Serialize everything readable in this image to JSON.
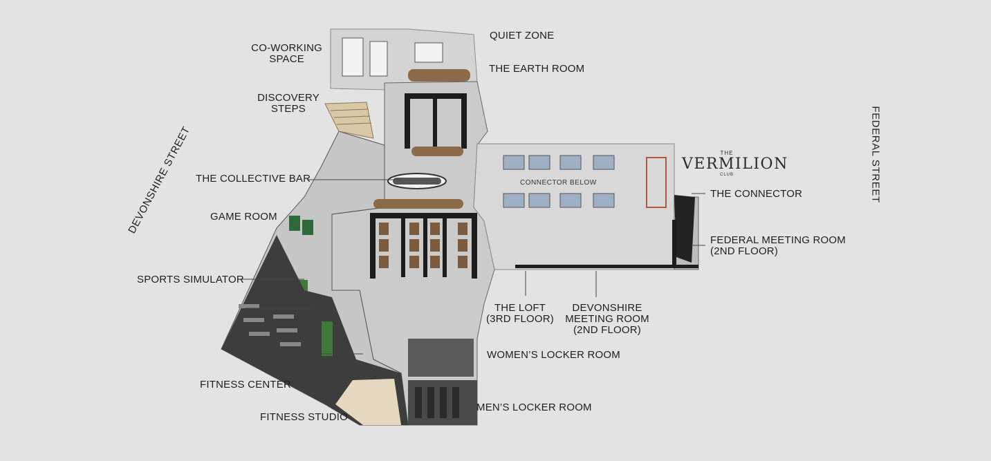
{
  "streets": {
    "devonshire": "DEVONSHIRE STREET",
    "federal": "FEDERAL STREET"
  },
  "logo": {
    "the": "THE",
    "name": "VERMILION",
    "club": "CLUB"
  },
  "map_note": "CONNECTOR BELOW",
  "rooms": {
    "quiet_zone": "QUIET ZONE",
    "co_working_l1": "CO-WORKING",
    "co_working_l2": "SPACE",
    "earth_room": "THE EARTH ROOM",
    "discovery_l1": "DISCOVERY",
    "discovery_l2": "STEPS",
    "collective_bar": "THE COLLECTIVE BAR",
    "connector": "THE CONNECTOR",
    "game_room": "GAME ROOM",
    "federal_meeting_l1": "FEDERAL MEETING ROOM",
    "federal_meeting_l2": "(2ND FLOOR)",
    "sports_simulator": "SPORTS SIMULATOR",
    "loft_l1": "THE LOFT",
    "loft_l2": "(3RD FLOOR)",
    "devonshire_meeting_l1": "DEVONSHIRE",
    "devonshire_meeting_l2": "MEETING ROOM",
    "devonshire_meeting_l3": "(2ND FLOOR)",
    "womens_locker": "WOMEN’S LOCKER ROOM",
    "fitness_center": "FITNESS CENTER",
    "mens_locker": "MEN’S LOCKER ROOM",
    "fitness_studio": "FITNESS STUDIO"
  },
  "colors": {
    "background": "#e3e3e3",
    "floor": "#cfcfcf",
    "wall": "#1c1c1c",
    "carpet": "#3a3a3a",
    "wood": "#d9c7a8",
    "turf": "#3f7a3a"
  }
}
